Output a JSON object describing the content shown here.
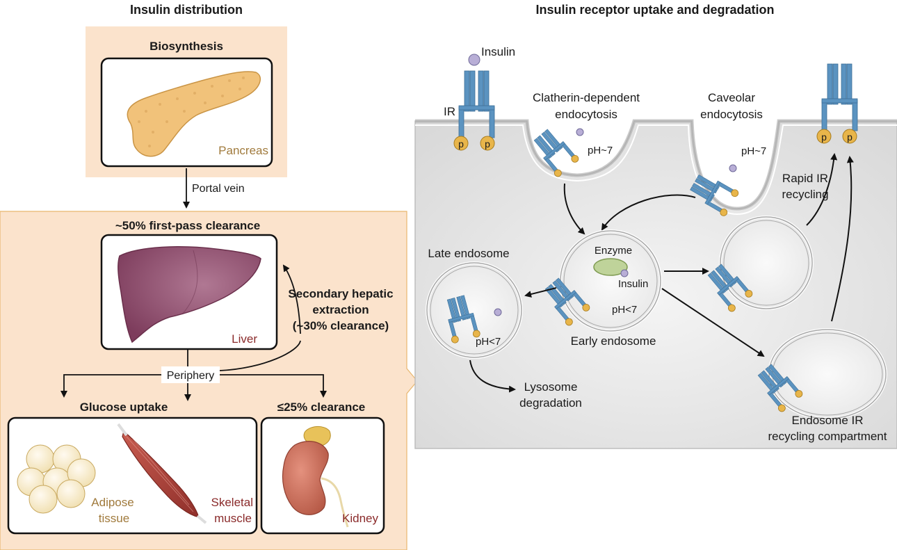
{
  "left_panel": {
    "title": "Insulin distribution",
    "biosynthesis_label": "Biosynthesis",
    "pancreas_label": "Pancreas",
    "portal_vein_label": "Portal vein",
    "first_pass_label": "~50% first-pass clearance",
    "liver_label": "Liver",
    "secondary_line1": "Secondary hepatic",
    "secondary_line2": "extraction",
    "secondary_line3": "(~30%  clearance)",
    "periphery_label": "Periphery",
    "glucose_uptake_label": "Glucose uptake",
    "kidney_clearance_label": "≤25% clearance",
    "adipose_line1": "Adipose",
    "adipose_line2": "tissue",
    "muscle_line1": "Skeletal",
    "muscle_line2": "muscle",
    "kidney_label": "Kidney"
  },
  "right_panel": {
    "title": "Insulin receptor uptake and degradation",
    "insulin_label": "Insulin",
    "ir_label": "IR",
    "phospho_label": "p",
    "clathrin_line1": "Clatherin-dependent",
    "clathrin_line2": "endocytosis",
    "caveolar_line1": "Caveolar",
    "caveolar_line2": "endocytosis",
    "ph_neutral_1": "pH~7",
    "ph_neutral_2": "pH~7",
    "rapid_line1": "Rapid IR",
    "rapid_line2": "recycling",
    "enzyme_label": "Enzyme",
    "insulin_in_endosome_label": "Insulin",
    "ph_acid_early": "pH<7",
    "ph_acid_late": "pH<7",
    "early_endosome_label": "Early endosome",
    "late_endosome_label": "Late endosome",
    "lysosome_line1": "Lysosome",
    "lysosome_line2": "degradation",
    "recycling_line1": "Endosome IR",
    "recycling_line2": "recycling compartment"
  },
  "colors": {
    "peach_panel": "#fbe3cc",
    "peach_border": "#e8b66e",
    "cell_gray": "#e6e6e6",
    "receptor_blue": "#5b93c0",
    "phospho_yellow": "#e8b54a",
    "insulin_purple": "#b8aed6",
    "liver": "#8e4a6c",
    "pancreas": "#f1c27a",
    "kidney": "#c96c5a",
    "muscle": "#b5473f",
    "adipose": "#fbf0cf"
  }
}
